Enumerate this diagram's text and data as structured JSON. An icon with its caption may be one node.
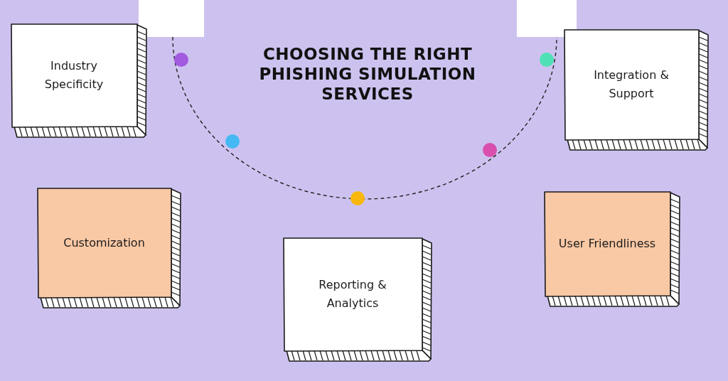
{
  "diagram": {
    "title": "CHOOSING THE RIGHT PHISHING SIMULATION SERVICES",
    "nodes": [
      {
        "text": [],
        "shape": "box"
      },
      {
        "text": [],
        "shape": "box"
      },
      {
        "text": [
          "Industry Specificity"
        ]
      },
      {
        "text": [
          "Integration & Support"
        ]
      },
      {
        "text": [
          "Customization"
        ]
      },
      {
        "text": [
          "Reporting & Analytics"
        ]
      },
      {
        "text": [
          "User Friendliness"
        ]
      }
    ],
    "edges": [
      {
        "from": 0,
        "to": 1,
        "arrow": "none",
        "style": "dashed"
      }
    ]
  }
}
